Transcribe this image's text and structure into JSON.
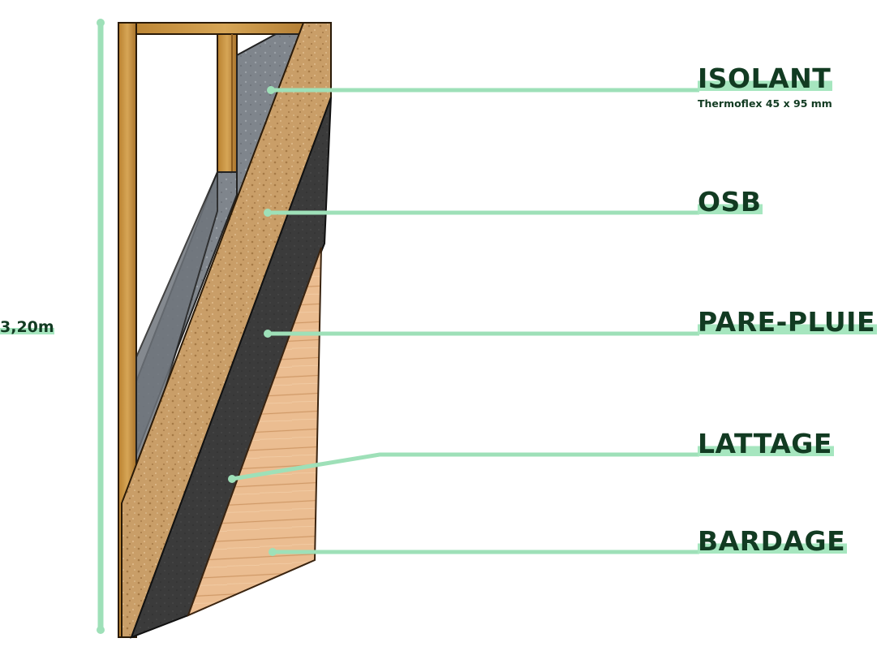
{
  "dimension": {
    "height_label": "3,20m"
  },
  "layers": [
    {
      "id": "isolant",
      "label": "ISOLANT",
      "sublabel": "Thermoflex 45 x 95 mm"
    },
    {
      "id": "osb",
      "label": "OSB"
    },
    {
      "id": "pare-pluie",
      "label": "PARE-PLUIE"
    },
    {
      "id": "lattage",
      "label": "LATTAGE"
    },
    {
      "id": "bardage",
      "label": "BARDAGE"
    }
  ],
  "colors": {
    "accent": "#9ee0b8",
    "text": "#123b22",
    "wood": "#c8963c",
    "osb": "#c9a06a",
    "membrane": "#3a3a3a",
    "insulation": "#8a8f96",
    "cladding": "#e8b98a"
  }
}
